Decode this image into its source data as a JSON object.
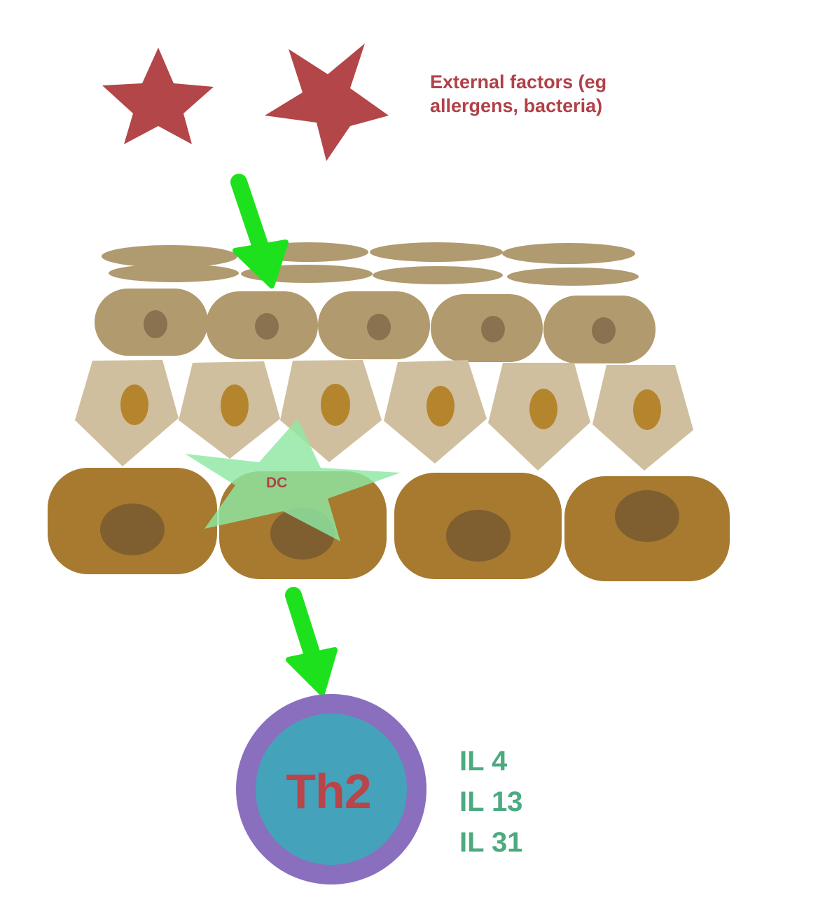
{
  "external_factors": {
    "line1": "External factors (eg",
    "line2": "allergens, bacteria)",
    "color": "#b24048"
  },
  "dendritic_cell": {
    "label": "DC",
    "color": "#8ee8a4"
  },
  "th2_cell": {
    "label": "Th2",
    "outer_color": "#8a6fbf",
    "inner_color": "#45a2bb"
  },
  "cytokines": [
    "IL 4",
    "IL 13",
    "IL 31"
  ],
  "colors": {
    "arrow": "#1ee11e",
    "stratum_corneum": "#b09a70",
    "granular_cell": "#b19a6d",
    "granular_nucleus": "#8a7250",
    "spinous_cell": "#d0bf9f",
    "spinous_nucleus": "#b5852e",
    "basal_cell": "#a77a30",
    "basal_nucleus": "#7f5e30",
    "star": "#b34648"
  }
}
